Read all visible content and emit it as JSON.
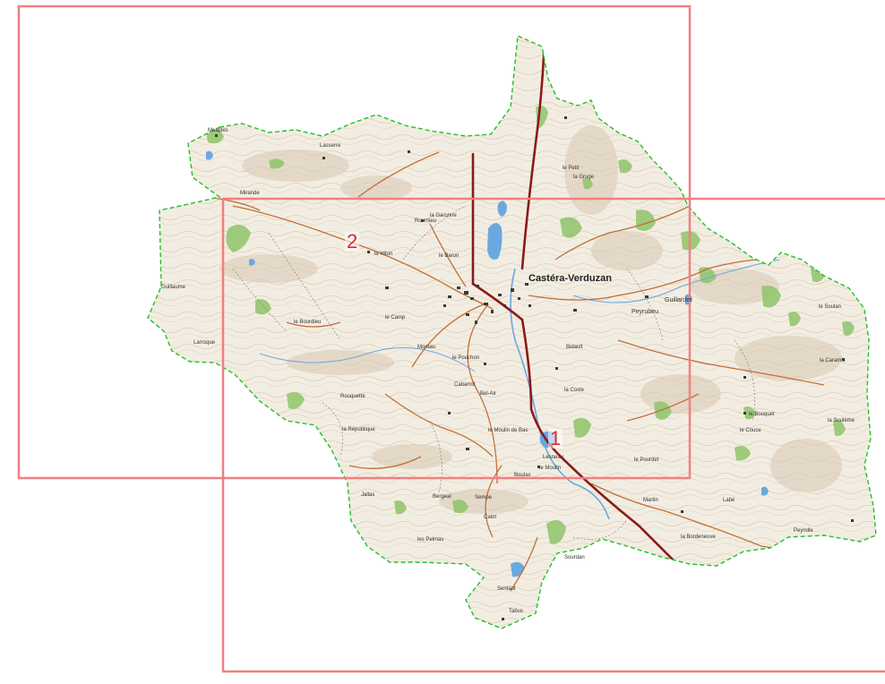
{
  "frames": [
    {
      "label": "1"
    },
    {
      "label": "2"
    }
  ],
  "places": {
    "main_town": "Castéra-Verduzan",
    "guillardet": "Guillardet",
    "peyrubeu": "Peyrubeu",
    "bidault": "Bidault",
    "la_gruge": "la Gruge",
    "la_caramic": "la Caramic",
    "sempe": "Sempe",
    "sentaut": "Sentaut",
    "tabus": "Tabus",
    "mealpies": "Meaplès",
    "mirande": "Mirande",
    "le_baron": "le Baron",
    "le_petit": "le Petit",
    "lesneau": "Lesneau",
    "rouquette": "Rouquette",
    "le_camp": "le Camp",
    "la_garonne": "la Garonne",
    "moulin_de_bas": "le Moulin de Bas",
    "la_republique": "la République",
    "le_bourdieu": "le Bourdieu",
    "guillaume": "Guillaume",
    "larroque": "Larroque",
    "montau": "Montau",
    "le_hitton": "le Hiton",
    "le_pouchon": "le Pouchon",
    "roumieu": "Roumieu",
    "les_pelmas": "les Pelmas",
    "le_bouquet": "le Bouquet",
    "la_souleme": "la Soulème",
    "peyrolle": "Peyrolle",
    "le_pourdet": "le Pourdet",
    "la_bordeneuve": "la Bordeneuve",
    "bel_air": "Bel-Air",
    "cabarrot": "Cabarrot",
    "le_moulin": "le Moulin",
    "le_soulan": "le Soulan",
    "sourdan": "Sourdan",
    "martin": "Martin",
    "labe": "Labé",
    "le_couce": "le Couce",
    "jallas": "Jallas",
    "boutas": "Boutas",
    "la_coste": "la Coste",
    "bergeal": "Bergeal",
    "calot": "Calot",
    "lasserre": "Lasserre"
  },
  "colors": {
    "frame": "#f08080",
    "frame_label": "#e0282a",
    "boundary": "#22c02a",
    "road_main": "#8b1a1a",
    "road_secondary": "#c0703a",
    "water": "#6aa8e0",
    "forest": "#8fc46a",
    "terrain": "#f2ede2",
    "contour": "#c9a888"
  }
}
